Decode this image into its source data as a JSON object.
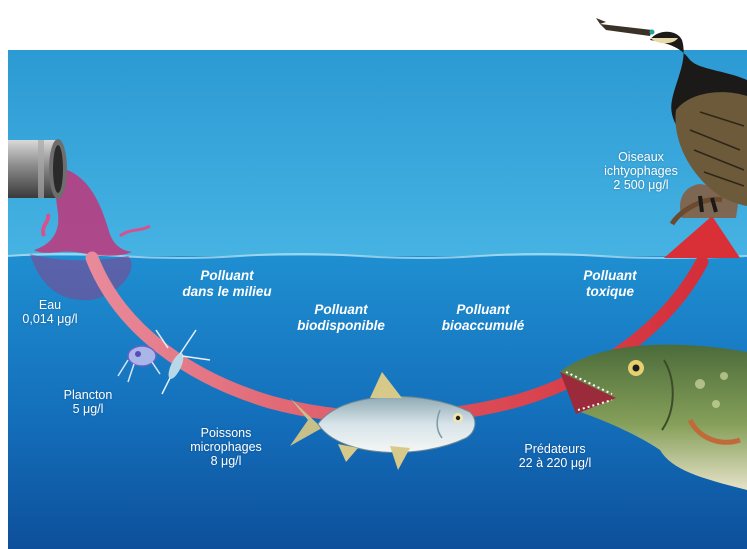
{
  "colors": {
    "sky": "#2f9fd6",
    "water_top": "#1f8fd1",
    "water_bottom": "#0d4f9a",
    "arrow": "#dd3b42",
    "pollutant": "#c0367a"
  },
  "icons": [
    "pipe-icon",
    "plankton-icon",
    "small-fish-icon",
    "pike-icon",
    "cormorant-icon"
  ],
  "phases": {
    "milieu": [
      "Polluant",
      "dans le milieu"
    ],
    "biodisponible": [
      "Polluant",
      "biodisponible"
    ],
    "bioaccumule": [
      "Polluant",
      "bioaccumulé"
    ],
    "toxique": [
      "Polluant",
      "toxique"
    ]
  },
  "levels": {
    "eau": {
      "name": "Eau",
      "value": "0,014 μg/l"
    },
    "plancton": {
      "name": "Plancton",
      "value": "5 μg/l"
    },
    "poissons": {
      "name_line1": "Poissons",
      "name_line2": "microphages",
      "value": "8 μg/l"
    },
    "predateurs": {
      "name": "Prédateurs",
      "value": "22 à 220 μg/l"
    },
    "oiseaux": {
      "name_line1": "Oiseaux",
      "name_line2": "ichtyophages",
      "value": "2 500 μg/l"
    }
  }
}
